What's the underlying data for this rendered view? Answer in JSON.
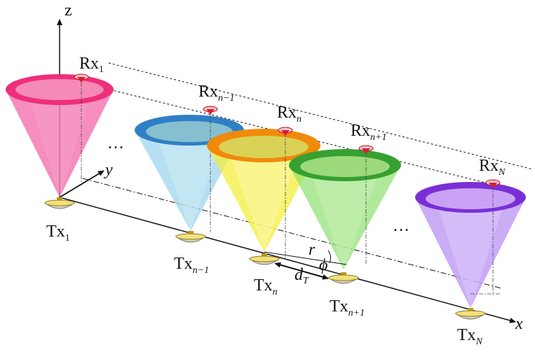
{
  "axes": {
    "z": "z",
    "y": "y",
    "x": "x"
  },
  "colors": {
    "cone_1": "#f0509c",
    "cone_n_minus_1": "#8fd0ea",
    "cone_n": "#f4ee3c",
    "cone_n_plus_1": "#8fe070",
    "cone_N": "#b58af2",
    "ring_1": "#ee2f7a",
    "ring_n_minus_1": "#2f7fc6",
    "ring_n": "#f08a0a",
    "ring_n_plus_1": "#36a030",
    "ring_N": "#7a2fd6"
  },
  "receivers": [
    {
      "base": "Rx",
      "sub": "1"
    },
    {
      "base": "Rx",
      "sub": "n−1"
    },
    {
      "base": "Rx",
      "sub": "n"
    },
    {
      "base": "Rx",
      "sub": "n+1"
    },
    {
      "base": "Rx",
      "sub": "N"
    }
  ],
  "transmitters": [
    {
      "base": "Tx",
      "sub": "1"
    },
    {
      "base": "Tx",
      "sub": "n−1"
    },
    {
      "base": "Tx",
      "sub": "n"
    },
    {
      "base": "Tx",
      "sub": "n+1"
    },
    {
      "base": "Tx",
      "sub": "N"
    }
  ],
  "annotations": {
    "ellipsis": "…",
    "radius": "r",
    "angle": "ϕ",
    "distance_base": "d",
    "distance_sub": "T"
  }
}
